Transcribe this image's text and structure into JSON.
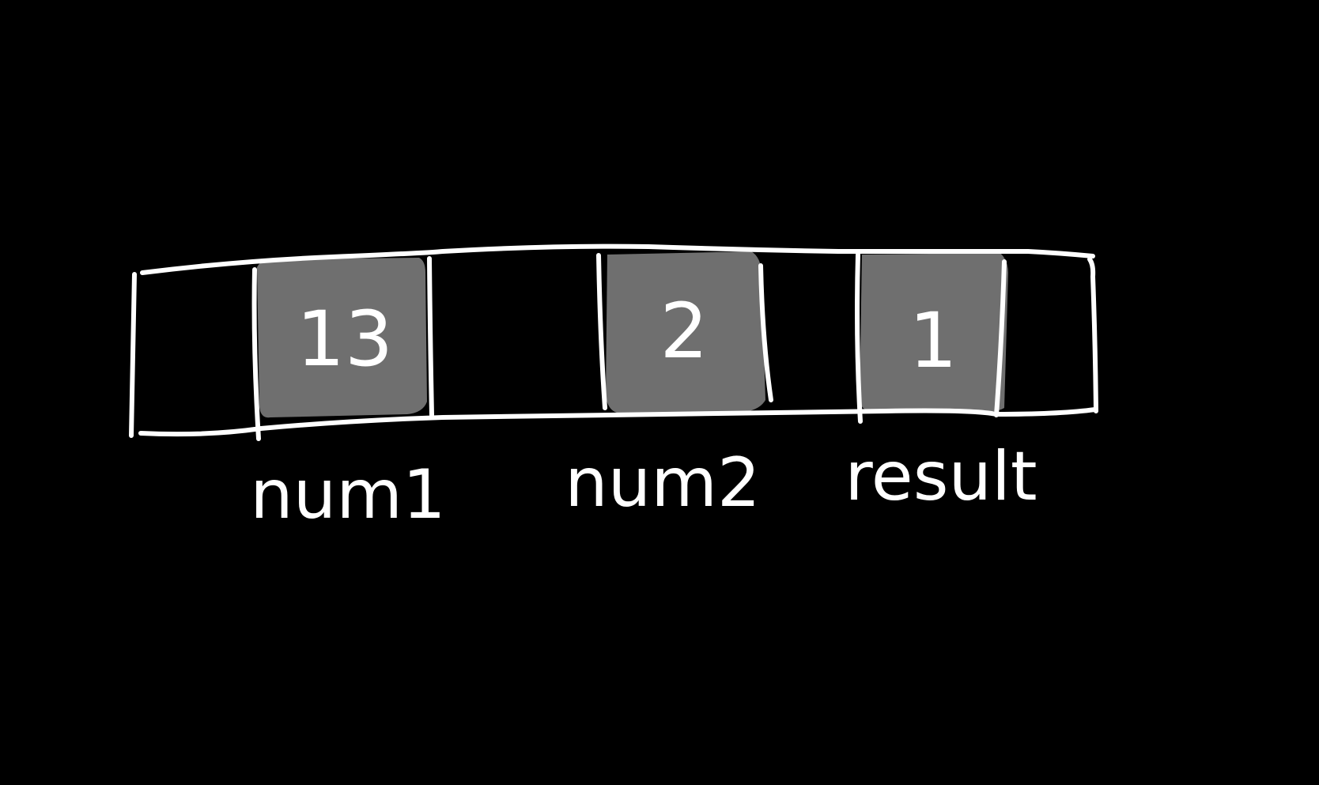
{
  "colors": {
    "background": "#000000",
    "stroke": "#ffffff",
    "filled_cell": "#6f6f6f"
  },
  "memory_cells": [
    {
      "value": "13",
      "label": "num1"
    },
    {
      "value": "2",
      "label": "num2"
    },
    {
      "value": "1",
      "label": "result"
    }
  ]
}
